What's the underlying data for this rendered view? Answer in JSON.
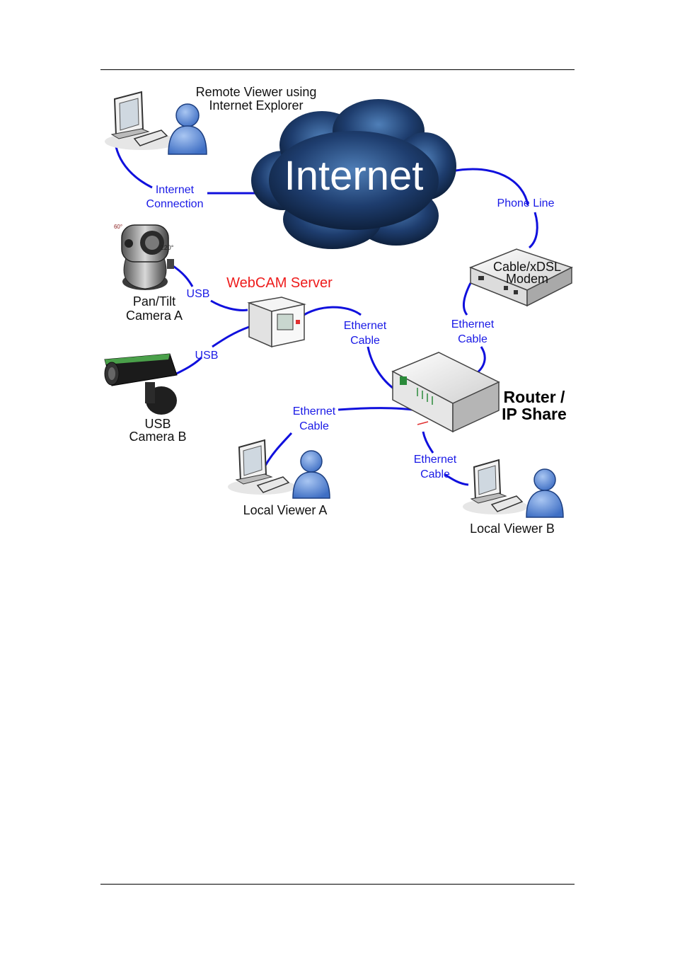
{
  "diagram": {
    "internet_label": "Internet",
    "webcam_server": "WebCAM Server",
    "router": [
      "Router /",
      "IP Share"
    ],
    "modem": [
      "Cable/xDSL",
      "Modem"
    ],
    "remote_viewer": [
      "Remote Viewer using",
      "Internet Explorer"
    ],
    "internet_connection": [
      "Internet",
      "Connection"
    ],
    "phone_line": "Phone Line",
    "usb_a": "USB",
    "usb_b": "USB",
    "camera_a": [
      "Pan/Tilt",
      "Camera A"
    ],
    "camera_b": [
      "USB",
      "Camera B"
    ],
    "camera_a_angles": [
      "60°",
      "220°"
    ],
    "ethernet_server": [
      "Ethernet",
      "Cable"
    ],
    "ethernet_modem": [
      "Ethernet",
      "Cable"
    ],
    "ethernet_local_a": [
      "Ethernet",
      "Cable"
    ],
    "ethernet_local_b": [
      "Ethernet",
      "Cable"
    ],
    "local_viewer_a": "Local Viewer A",
    "local_viewer_b": "Local Viewer B"
  },
  "colors": {
    "link_blue": "#1010dd",
    "label_blue": "#1a1ae6",
    "webcam_red": "#ee1c1c",
    "cloud_dark": "#0b1b33",
    "person_blue": "#5b86d6"
  }
}
